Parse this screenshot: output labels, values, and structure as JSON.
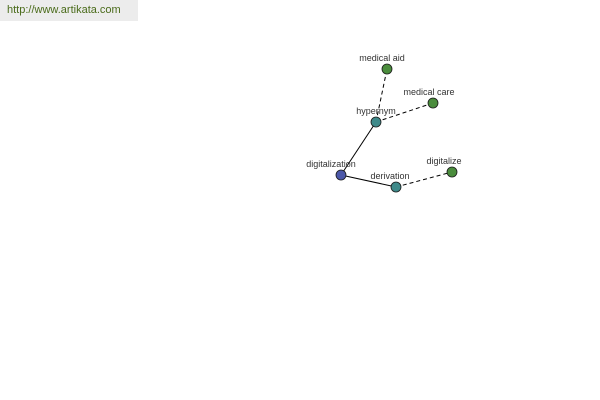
{
  "header": {
    "url": "http://www.artikata.com"
  },
  "graph": {
    "nodes": [
      {
        "id": "digitalization",
        "label": "digitalization",
        "kind": "root",
        "color": "#4b57a8"
      },
      {
        "id": "hypernym",
        "label": "hypernym",
        "kind": "relation",
        "color": "#3f8a8a"
      },
      {
        "id": "derivation",
        "label": "derivation",
        "kind": "relation",
        "color": "#3f8a8a"
      },
      {
        "id": "medical-aid",
        "label": "medical aid",
        "kind": "term",
        "color": "#4a8c3c"
      },
      {
        "id": "medical-care",
        "label": "medical care",
        "kind": "term",
        "color": "#4a8c3c"
      },
      {
        "id": "digitalize",
        "label": "digitalize",
        "kind": "term",
        "color": "#4a8c3c"
      }
    ],
    "edges": [
      {
        "from": "digitalization",
        "to": "hypernym",
        "style": "solid"
      },
      {
        "from": "digitalization",
        "to": "derivation",
        "style": "solid"
      },
      {
        "from": "hypernym",
        "to": "medical-aid",
        "style": "dashed"
      },
      {
        "from": "hypernym",
        "to": "medical-care",
        "style": "dashed"
      },
      {
        "from": "derivation",
        "to": "digitalize",
        "style": "dashed"
      }
    ]
  }
}
